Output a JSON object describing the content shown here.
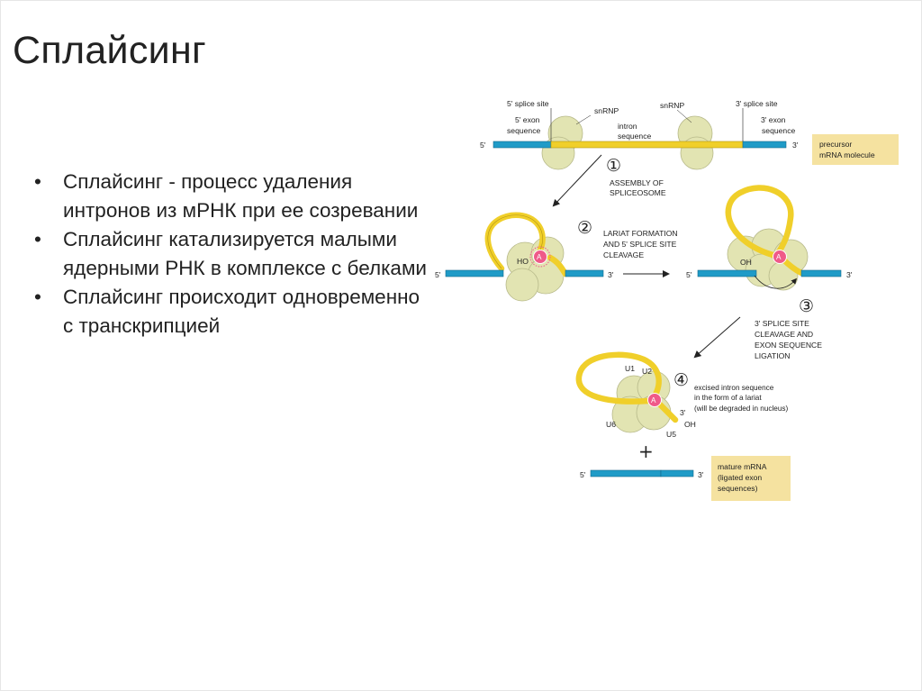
{
  "slide": {
    "title": "Сплайсинг",
    "bullets": [
      "Сплайсинг - процесс удаления интронов из мРНК при ее созревании",
      "Сплайсинг катализируется малыми ядерными РНК в комплексе с белками",
      "Сплайсинг происходит одновременно с транскрипцией"
    ],
    "bullet_glyph": "•"
  },
  "diagram": {
    "colors": {
      "exon": "#1f9bc7",
      "intron": "#f0cf2a",
      "snrnp": "#e2e4b2",
      "box": "#f5e2a0",
      "lariat_a": "#ef5a89"
    },
    "top": {
      "five_splice_site": "5' splice site",
      "five_exon_l1": "5' exon",
      "five_exon_l2": "sequence",
      "snrnp_left": "snRNP",
      "snrnp_right": "snRNP",
      "intron_l1": "intron",
      "intron_l2": "sequence",
      "three_splice_site": "3' splice site",
      "three_exon_l1": "3' exon",
      "three_exon_l2": "sequence",
      "end5": "5'",
      "end3": "3'",
      "box_l1": "precursor",
      "box_l2": "mRNA molecule"
    },
    "step1": {
      "number": "①",
      "l1": "ASSEMBLY OF",
      "l2": "SPLICEOSOME"
    },
    "step2": {
      "number": "②",
      "l1": "LARIAT FORMATION",
      "l2": "AND 5' SPLICE SITE",
      "l3": "CLEAVAGE",
      "left5": "5'",
      "left3": "3'",
      "right5": "5'",
      "right3": "3'",
      "ho": "HO",
      "oh": "OH",
      "a": "A"
    },
    "step3": {
      "number": "③",
      "l1": "3' SPLICE SITE",
      "l2": "CLEAVAGE AND",
      "l3": "EXON SEQUENCE",
      "l4": "LIGATION"
    },
    "step4": {
      "number": "④",
      "l1": "excised intron sequence",
      "l2": "in the form of a lariat",
      "l3": "(will be degraded in nucleus)",
      "u1": "U1",
      "u2": "U2",
      "u6": "U6",
      "u5": "U5",
      "a": "A",
      "end3": "3'",
      "oh": "OH",
      "plus": "+"
    },
    "bottom": {
      "end5": "5'",
      "end3": "3'",
      "box_l1": "mature mRNA",
      "box_l2": "(ligated exon",
      "box_l3": "sequences)"
    }
  }
}
